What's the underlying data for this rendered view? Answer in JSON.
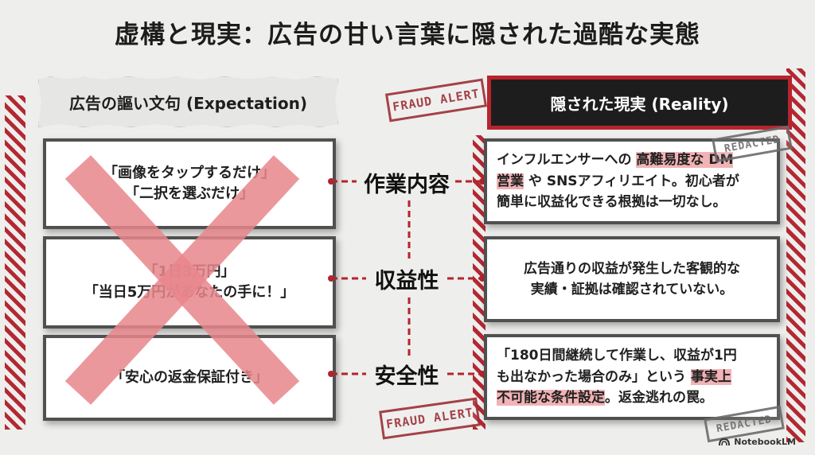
{
  "title": "虚構と現実：広告の甘い言葉に隠された過酷な実態",
  "left_header": "広告の謳い文句 (Expectation)",
  "right_header": "隠された現実 (Reality)",
  "rows": [
    {
      "category": "作業内容",
      "expectation": [
        "「画像をタップするだけ」",
        "「二択を選ぶだけ」"
      ],
      "reality_lines": [
        [
          {
            "t": "インフルエンサーへの ",
            "hl": false
          },
          {
            "t": "高難易度な DM",
            "hl": true
          }
        ],
        [
          {
            "t": "営業",
            "hl": true
          },
          {
            "t": " や SNSアフィリエイト。初心者が",
            "hl": false
          }
        ],
        [
          {
            "t": "簡単に収益化できる根拠は一切なし。",
            "hl": false
          }
        ]
      ]
    },
    {
      "category": "収益性",
      "expectation": [
        "「1日3万円」",
        "「当日5万円があなたの手に！」"
      ],
      "reality_lines": [
        [
          {
            "t": "広告通りの収益が発生した客観的な",
            "hl": false
          }
        ],
        [
          {
            "t": "実績・証拠は確認されていない。",
            "hl": false
          }
        ]
      ]
    },
    {
      "category": "安全性",
      "expectation": [
        "「安心の返金保証付き」"
      ],
      "reality_lines": [
        [
          {
            "t": "「180日間継続して作業し、収益が1円",
            "hl": false
          }
        ],
        [
          {
            "t": "も出なかった場合のみ」という ",
            "hl": false
          },
          {
            "t": "事実上",
            "hl": true
          }
        ],
        [
          {
            "t": "不可能な条件設定",
            "hl": true
          },
          {
            "t": "。返金逃れの罠。",
            "hl": false
          }
        ]
      ]
    }
  ],
  "stamps": {
    "fraud_alert_top": "FRAUD ALERT",
    "fraud_alert_bottom": "FRAUD ALERT",
    "redacted_top": "REDACTED",
    "redacted_bottom": "REDACTED"
  },
  "footer": {
    "brand": "NotebookLM"
  },
  "colors": {
    "accent_red": "#b8242e",
    "highlight": "#f1b3b6",
    "x_mark": "#e8878d",
    "dark_header": "#1d1d1d",
    "background": "#eeeeec"
  }
}
